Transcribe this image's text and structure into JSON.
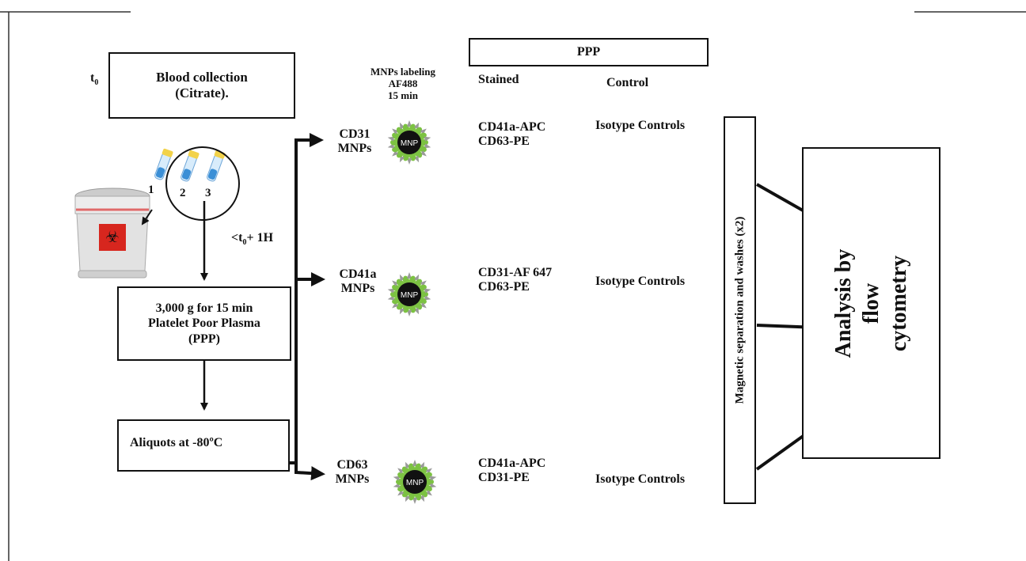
{
  "timeline": {
    "t0_label": "t",
    "t0_sub": "0",
    "time_prefix": "<t",
    "time_sub": "0",
    "time_suffix": "+ 1H"
  },
  "steps": {
    "collection": "Blood collection\n(Citrate).",
    "centrifuge": "3,000 g for 15 min\nPlatelet Poor Plasma\n(PPP)",
    "aliquots": "Aliquots at -80ºC"
  },
  "tubes": {
    "labels": [
      "1",
      "2",
      "3"
    ],
    "colors": {
      "blue": "#3b8fd6",
      "cap": "#f2d24a"
    }
  },
  "biohazard_color": "#d7261e",
  "header": {
    "ppp": "PPP",
    "labeling": "MNPs labeling\nAF488\n15 min",
    "stained": "Stained",
    "control": "Control"
  },
  "rows": [
    {
      "mnp_label": "CD31\nMNPs",
      "stained": "CD41a-APC\nCD63-PE",
      "control": "Isotype Controls"
    },
    {
      "mnp_label": "CD41a\nMNPs",
      "stained": "CD31-AF 647\nCD63-PE",
      "control": "Isotype Controls"
    },
    {
      "mnp_label": "CD63\nMNPs",
      "stained": "CD41a-APC\nCD31-PE",
      "control": "Isotype Controls"
    }
  ],
  "mnp_core_text": "MNP",
  "mnp_colors": {
    "core": "#111111",
    "green": "#7cc242",
    "antibody": "#9a9a9a"
  },
  "magnetic": "Magnetic separation and washes (x2)",
  "analysis": "Analysis by flow\ncytometry"
}
